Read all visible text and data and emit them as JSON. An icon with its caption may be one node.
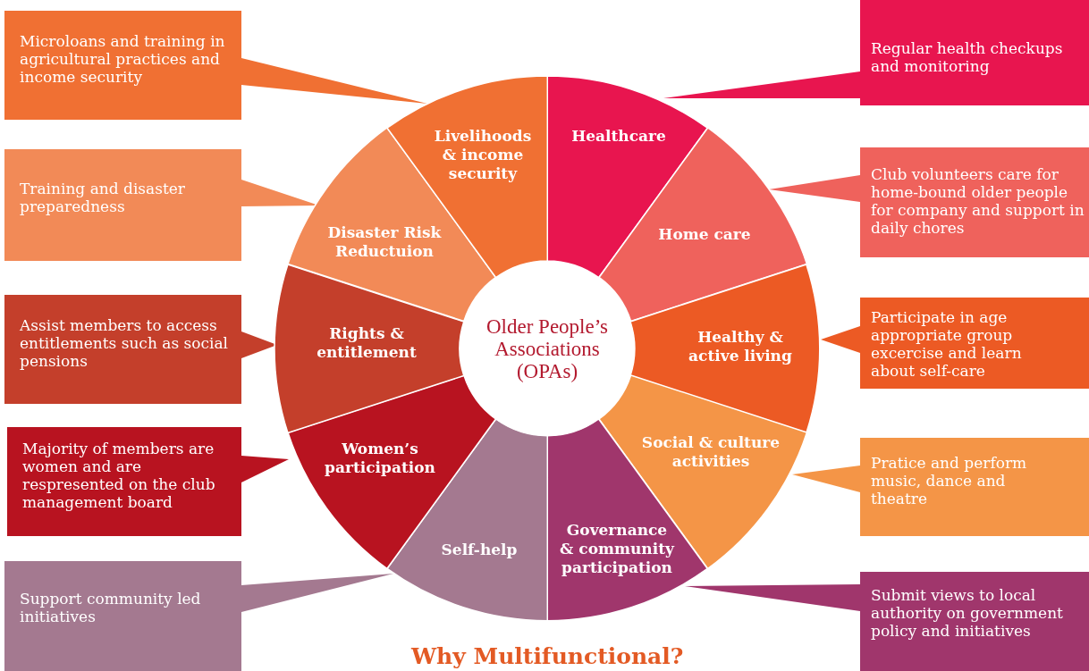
{
  "diagram": {
    "nodes": [
      {
        "text": [
          "Older People’s Associations (OPAs)"
        ]
      },
      {
        "text": [
          "Healthcare"
        ]
      },
      {
        "text": [
          "Home care"
        ]
      },
      {
        "text": [
          "Healthy & active living"
        ]
      },
      {
        "text": [
          "Social & culture activities"
        ]
      },
      {
        "text": [
          "Governance & community participation"
        ]
      },
      {
        "text": [
          "Self-help"
        ]
      },
      {
        "text": [
          "Women’s participation"
        ]
      },
      {
        "text": [
          "Rights & entitlement"
        ]
      },
      {
        "text": [
          "Disaster Risk Reductuion"
        ]
      },
      {
        "text": [
          "Livelihoods & income security"
        ]
      },
      {
        "text": [
          "Regular health checkups and monitoring"
        ]
      },
      {
        "text": [
          "Club volunteers care for home-bound older people for company and support in daily chores"
        ]
      },
      {
        "text": [
          "Participate in age appropriate group excercise and learn about self-care"
        ]
      },
      {
        "text": [
          "Pratice and perform music, dance and theatre"
        ]
      },
      {
        "text": [
          "Submit views to local authority on government policy and initiatives"
        ]
      },
      {
        "text": [
          "Support community led initiatives"
        ]
      },
      {
        "text": [
          "Majority of members are women and are respresented on the club management board"
        ]
      },
      {
        "text": [
          "Assist members to access entitlements such as social pensions"
        ]
      },
      {
        "text": [
          "Training and disaster preparedness"
        ]
      },
      {
        "text": [
          "Microloans and training in agricultural practices and income security"
        ]
      }
    ],
    "edges": [
      {
        "from": 11,
        "to": 1,
        "arrow": "to",
        "color": "#e8154f"
      },
      {
        "from": 12,
        "to": 2,
        "arrow": "to",
        "color": "#ef625c"
      },
      {
        "from": 13,
        "to": 3,
        "arrow": "to",
        "color": "#ec5a24"
      },
      {
        "from": 14,
        "to": 4,
        "arrow": "to",
        "color": "#f49547"
      },
      {
        "from": 15,
        "to": 5,
        "arrow": "to",
        "color": "#a0366c"
      },
      {
        "from": 16,
        "to": 6,
        "arrow": "to",
        "color": "#a47990"
      },
      {
        "from": 17,
        "to": 7,
        "arrow": "to",
        "color": "#b81320"
      },
      {
        "from": 18,
        "to": 8,
        "arrow": "to",
        "color": "#c43f2b"
      },
      {
        "from": 19,
        "to": 9,
        "arrow": "to",
        "color": "#f28a57"
      },
      {
        "from": 20,
        "to": 10,
        "arrow": "to",
        "color": "#f07033"
      }
    ],
    "labels": [
      "Why Multifunctional?"
    ]
  }
}
